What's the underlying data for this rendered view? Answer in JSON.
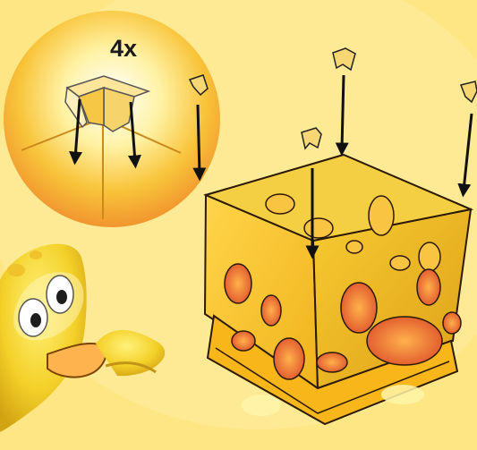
{
  "instruction_callout": {
    "count_label": "4x",
    "icon": "corner-clip-icon"
  },
  "illustration": {
    "description_icon": "cheese-box-assembly-illustration",
    "character": "cheese-character-icon",
    "piece_icon": "corner-clip-icon",
    "arrow_icon": "down-arrow-icon",
    "pieces_shown": 4
  },
  "colors": {
    "background": "#fde683",
    "callout_center": "#ffffff",
    "callout_edge": "#f39a1f",
    "cheese_yellow": "#f6c328",
    "cheese_shadow": "#d89a0f",
    "tray_red": "#d9472b",
    "arrow": "#111111"
  }
}
